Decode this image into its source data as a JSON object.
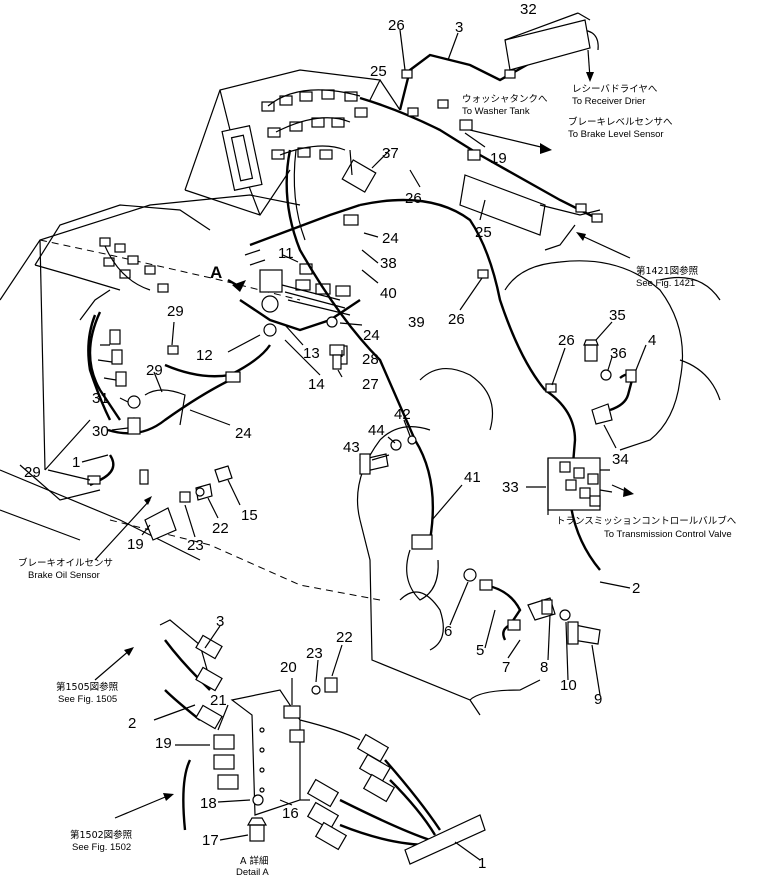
{
  "parts": [
    {
      "n": "1"
    },
    {
      "n": "2"
    },
    {
      "n": "3"
    },
    {
      "n": "4"
    },
    {
      "n": "5"
    },
    {
      "n": "6"
    },
    {
      "n": "7"
    },
    {
      "n": "8"
    },
    {
      "n": "9"
    },
    {
      "n": "10"
    },
    {
      "n": "11"
    },
    {
      "n": "12"
    },
    {
      "n": "13"
    },
    {
      "n": "14"
    },
    {
      "n": "15"
    },
    {
      "n": "16"
    },
    {
      "n": "17"
    },
    {
      "n": "18"
    },
    {
      "n": "19"
    },
    {
      "n": "20"
    },
    {
      "n": "21"
    },
    {
      "n": "22"
    },
    {
      "n": "23"
    },
    {
      "n": "24"
    },
    {
      "n": "25"
    },
    {
      "n": "26"
    },
    {
      "n": "27"
    },
    {
      "n": "28"
    },
    {
      "n": "29"
    },
    {
      "n": "30"
    },
    {
      "n": "31"
    },
    {
      "n": "32"
    },
    {
      "n": "33"
    },
    {
      "n": "34"
    },
    {
      "n": "35"
    },
    {
      "n": "36"
    },
    {
      "n": "37"
    },
    {
      "n": "38"
    },
    {
      "n": "39"
    },
    {
      "n": "40"
    },
    {
      "n": "41"
    },
    {
      "n": "42"
    },
    {
      "n": "43"
    },
    {
      "n": "44"
    }
  ],
  "view_marker": "A",
  "callouts": {
    "receiver_drier": {
      "jp": "レシーバドライヤへ",
      "en": "To Receiver Drier"
    },
    "washer_tank": {
      "jp": "ウォッシャタンクへ",
      "en": "To Washer Tank"
    },
    "brake_level": {
      "jp": "ブレーキレベルセンサへ",
      "en": "To Brake Level Sensor"
    },
    "fig1421": {
      "jp": "第1421図参照",
      "en": "See Fig. 1421"
    },
    "transmission": {
      "jp": "トランスミッションコントロールバルブへ",
      "en": "To Transmission Control Valve"
    },
    "brake_oil": {
      "jp": "ブレーキオイルセンサ",
      "en": "Brake Oil Sensor"
    },
    "fig1505": {
      "jp": "第1505図参照",
      "en": "See Fig. 1505"
    },
    "fig1502": {
      "jp": "第1502図参照",
      "en": "See Fig. 1502"
    },
    "detail": {
      "jp": "A 詳細",
      "en": "Detail A"
    }
  }
}
